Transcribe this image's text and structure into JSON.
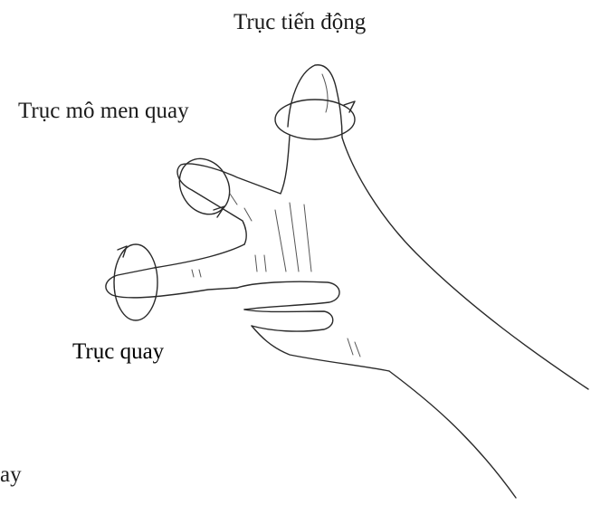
{
  "labels": {
    "translation_axis": "Trục tiến động",
    "moment_axis": "Trục mô men quay",
    "rotation_axis": "Trục quay",
    "fragment": "ay"
  },
  "colors": {
    "ink": "#2a2a2a",
    "background": "#ffffff"
  }
}
